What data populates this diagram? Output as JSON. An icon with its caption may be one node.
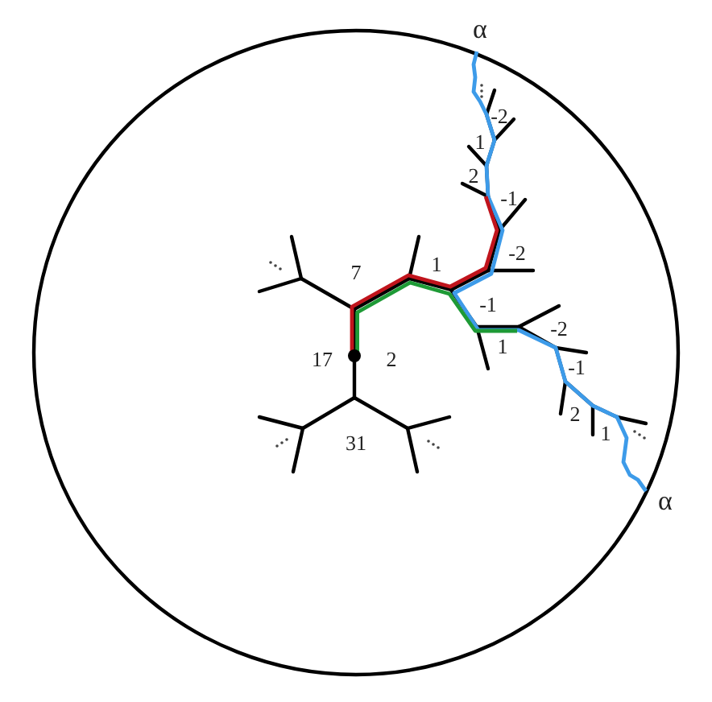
{
  "diagram": {
    "labels": [
      "α",
      "-2",
      "1",
      "2",
      "-1",
      "-2",
      "1",
      "7",
      "-1",
      "-2",
      "1",
      "17",
      "2",
      "-1",
      "2",
      "1",
      "31",
      "α"
    ]
  }
}
